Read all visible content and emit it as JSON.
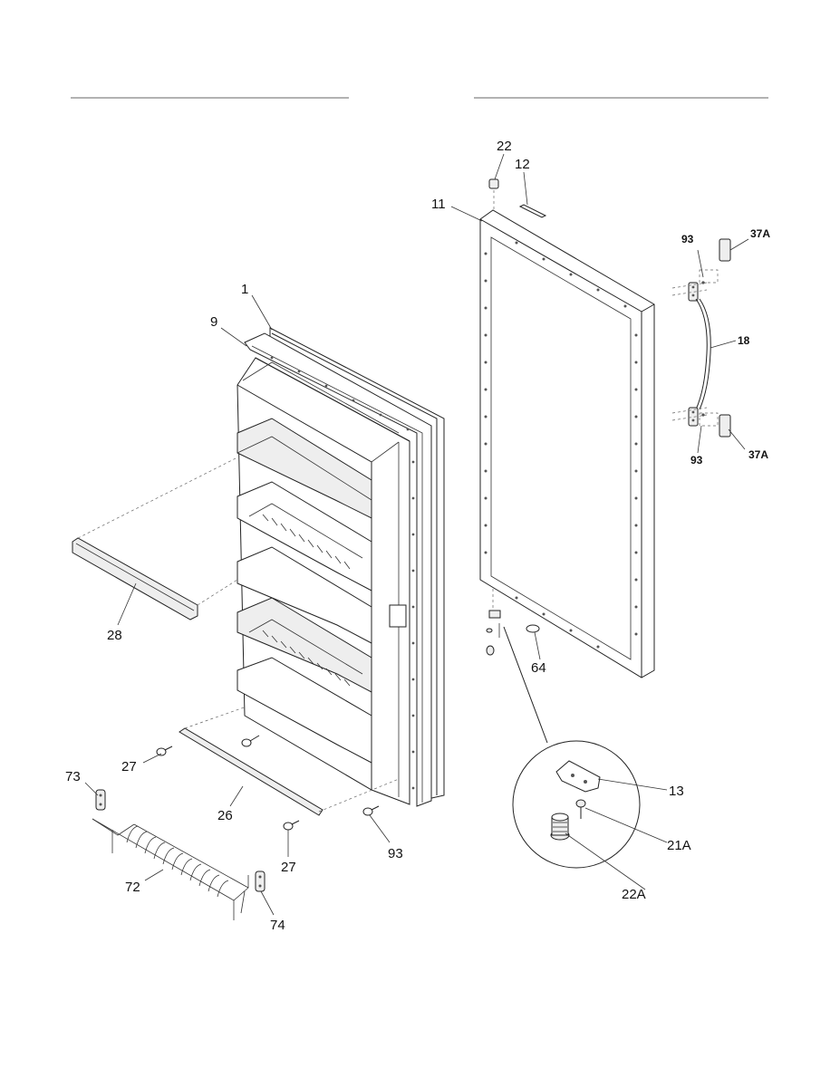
{
  "callouts": {
    "c1": "1",
    "c9": "9",
    "c28": "28",
    "c27a": "27",
    "c27b": "27",
    "c26": "26",
    "c93a": "93",
    "c73": "73",
    "c72": "72",
    "c74": "74",
    "c22": "22",
    "c12": "12",
    "c11": "11",
    "c64": "64",
    "c13": "13",
    "c21A": "21A",
    "c22A": "22A",
    "c93b": "93",
    "c37Aa": "37A",
    "c18": "18",
    "c93c": "93",
    "c37Ab": "37A"
  }
}
